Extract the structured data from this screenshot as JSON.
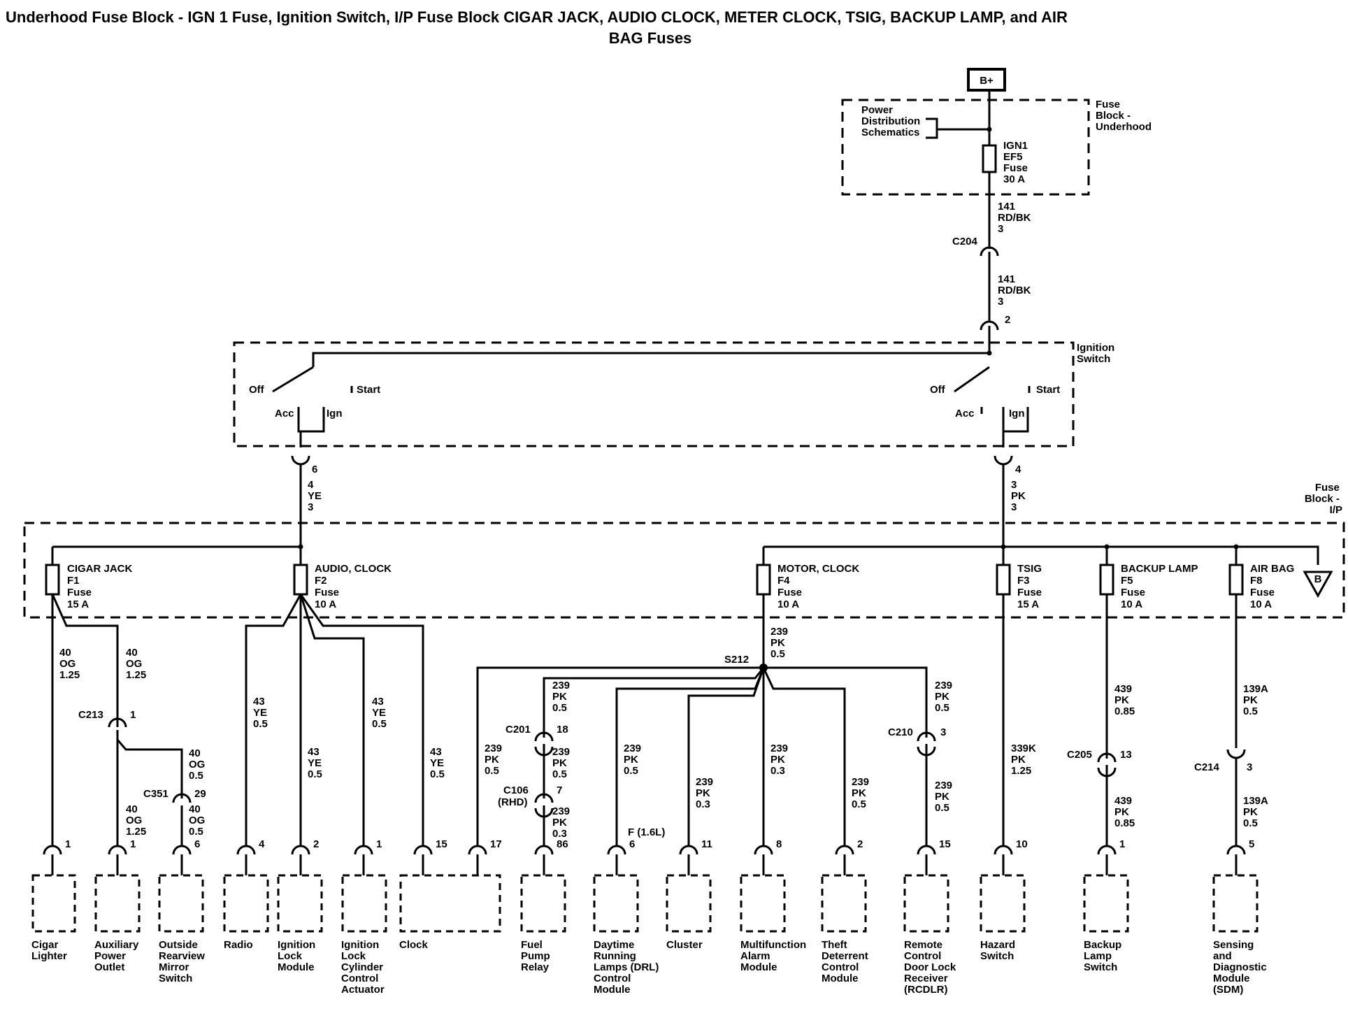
{
  "title": {
    "line1": "Underhood Fuse Block - IGN 1 Fuse, Ignition Switch, I/P Fuse Block  CIGAR JACK, AUDIO CLOCK, METER CLOCK, TSIG, BACKUP LAMP, and AIR",
    "line2": "BAG Fuses"
  },
  "top": {
    "bplus": "B+",
    "pds": [
      "Power",
      "Distribution",
      "Schematics"
    ],
    "fuse_block_underhood": [
      "Fuse",
      "Block -",
      "Underhood"
    ],
    "ign1_fuse": [
      "IGN1",
      "EF5",
      "Fuse",
      "30 A"
    ],
    "wire_141a": [
      "141",
      "RD/BK",
      "3"
    ],
    "c204": "C204",
    "wire_141b": [
      "141",
      "RD/BK",
      "3"
    ],
    "pin_2": "2"
  },
  "ignition_switch": {
    "label": [
      "Ignition",
      "Switch"
    ],
    "left": {
      "off": "Off",
      "start": "Start",
      "acc": "Acc",
      "ign": "Ign",
      "pin": "6"
    },
    "right": {
      "off": "Off",
      "start": "Start",
      "acc": "Acc",
      "ign": "Ign",
      "pin": "4"
    },
    "wire_left": [
      "4",
      "YE",
      "3"
    ],
    "wire_right": [
      "3",
      "PK",
      "3"
    ]
  },
  "ip_block": {
    "label": [
      "Fuse",
      "Block -",
      "I/P"
    ],
    "fuses": [
      {
        "name": "CIGAR JACK",
        "id": "F1",
        "type": "Fuse",
        "rating": "15 A"
      },
      {
        "name": "AUDIO, CLOCK",
        "id": "F2",
        "type": "Fuse",
        "rating": "10 A"
      },
      {
        "name": "MOTOR, CLOCK",
        "id": "F4",
        "type": "Fuse",
        "rating": "10 A"
      },
      {
        "name": "TSIG",
        "id": "F3",
        "type": "Fuse",
        "rating": "15 A"
      },
      {
        "name": "BACKUP LAMP",
        "id": "F5",
        "type": "Fuse",
        "rating": "10 A"
      },
      {
        "name": "AIR BAG",
        "id": "F8",
        "type": "Fuse",
        "rating": "10 A"
      }
    ],
    "ref_b": "B"
  },
  "wires": {
    "w40a": [
      "40",
      "OG",
      "1.25"
    ],
    "w40b": [
      "40",
      "OG",
      "1.25"
    ],
    "c213": "C213",
    "c213_pin": "1",
    "w40c": [
      "40",
      "OG",
      "0.5"
    ],
    "c351": "C351",
    "c351_pin": "29",
    "w40d": [
      "40",
      "OG",
      "1.25"
    ],
    "w40e": [
      "40",
      "OG",
      "0.5"
    ],
    "w43a": [
      "43",
      "YE",
      "0.5"
    ],
    "w43b": [
      "43",
      "YE",
      "0.5"
    ],
    "w43c": [
      "43",
      "YE",
      "0.5"
    ],
    "w43d": [
      "43",
      "YE",
      "0.5"
    ],
    "w239_main": [
      "239",
      "PK",
      "0.5"
    ],
    "s212": "S212",
    "w239_a": [
      "239",
      "PK",
      "0.5"
    ],
    "c201": "C201",
    "c201_pin": "18",
    "w239_b": [
      "239",
      "PK",
      "0.5"
    ],
    "c106": "C106",
    "c106_sub": "(RHD)",
    "c106_pin": "7",
    "w239_c": [
      "239",
      "PK",
      "0.3"
    ],
    "w239_clock": [
      "239",
      "PK",
      "0.5"
    ],
    "w239_drl": [
      "239",
      "PK",
      "0.5"
    ],
    "w239_cluster": [
      "239",
      "PK",
      "0.3"
    ],
    "w239_alarm": [
      "239",
      "PK",
      "0.3"
    ],
    "w239_theft": [
      "239",
      "PK",
      "0.5"
    ],
    "w239_rc1": [
      "239",
      "PK",
      "0.5"
    ],
    "c210": "C210",
    "c210_pin": "3",
    "w239_rc2": [
      "239",
      "PK",
      "0.5"
    ],
    "w339k": [
      "339K",
      "PK",
      "1.25"
    ],
    "w439a": [
      "439",
      "PK",
      "0.85"
    ],
    "c205": "C205",
    "c205_pin": "13",
    "w439b": [
      "439",
      "PK",
      "0.85"
    ],
    "w139a_a": [
      "139A",
      "PK",
      "0.5"
    ],
    "c214": "C214",
    "c214_pin": "3",
    "w139a_b": [
      "139A",
      "PK",
      "0.5"
    ],
    "drl_variant": "F (1.6L)"
  },
  "components": [
    {
      "pin": "1",
      "label": [
        "Cigar",
        "Lighter"
      ]
    },
    {
      "pin": "1",
      "label": [
        "Auxiliary",
        "Power",
        "Outlet"
      ]
    },
    {
      "pin": "6",
      "label": [
        "Outside",
        "Rearview",
        "Mirror",
        "Switch"
      ]
    },
    {
      "pin": "4",
      "label": [
        "Radio"
      ]
    },
    {
      "pin": "2",
      "label": [
        "Ignition",
        "Lock",
        "Module"
      ]
    },
    {
      "pin": "1",
      "label": [
        "Ignition",
        "Lock",
        "Cylinder",
        "Control",
        "Actuator"
      ]
    },
    {
      "pin": "15",
      "pin2": "17",
      "label": [
        "Clock"
      ]
    },
    {
      "pin": "86",
      "label": [
        "Fuel",
        "Pump",
        "Relay"
      ]
    },
    {
      "pin": "6",
      "label": [
        "Daytime",
        "Running",
        "Lamps (DRL)",
        "Control",
        "Module"
      ]
    },
    {
      "pin": "11",
      "label": [
        "Cluster"
      ]
    },
    {
      "pin": "8",
      "label": [
        "Multifunction",
        "Alarm",
        "Module"
      ]
    },
    {
      "pin": "2",
      "label": [
        "Theft",
        "Deterrent",
        "Control",
        "Module"
      ]
    },
    {
      "pin": "15",
      "label": [
        "Remote",
        "Control",
        "Door Lock",
        "Receiver",
        "(RCDLR)"
      ]
    },
    {
      "pin": "10",
      "label": [
        "Hazard",
        "Switch"
      ]
    },
    {
      "pin": "1",
      "label": [
        "Backup",
        "Lamp",
        "Switch"
      ]
    },
    {
      "pin": "5",
      "label": [
        "Sensing",
        "and",
        "Diagnostic",
        "Module",
        "(SDM)"
      ]
    }
  ]
}
